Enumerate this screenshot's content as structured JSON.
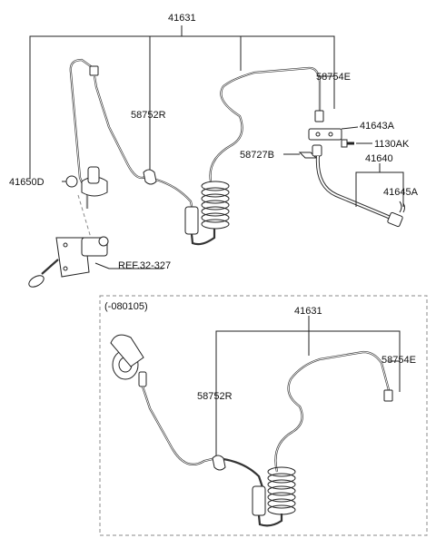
{
  "top": {
    "labels": {
      "assembly": "41631",
      "hose_clip": "58754E",
      "hose_r": "58752R",
      "bracket": "41643A",
      "bolt": "1130AK",
      "hose_b": "58727B",
      "flex_hose": "41640",
      "reservoir": "41650D",
      "clip": "41645A",
      "ref": "REF.32-327"
    }
  },
  "bottom": {
    "date_code": "(-080105)",
    "labels": {
      "assembly": "41631",
      "hose_clip": "58754E",
      "hose_r": "58752R"
    }
  }
}
